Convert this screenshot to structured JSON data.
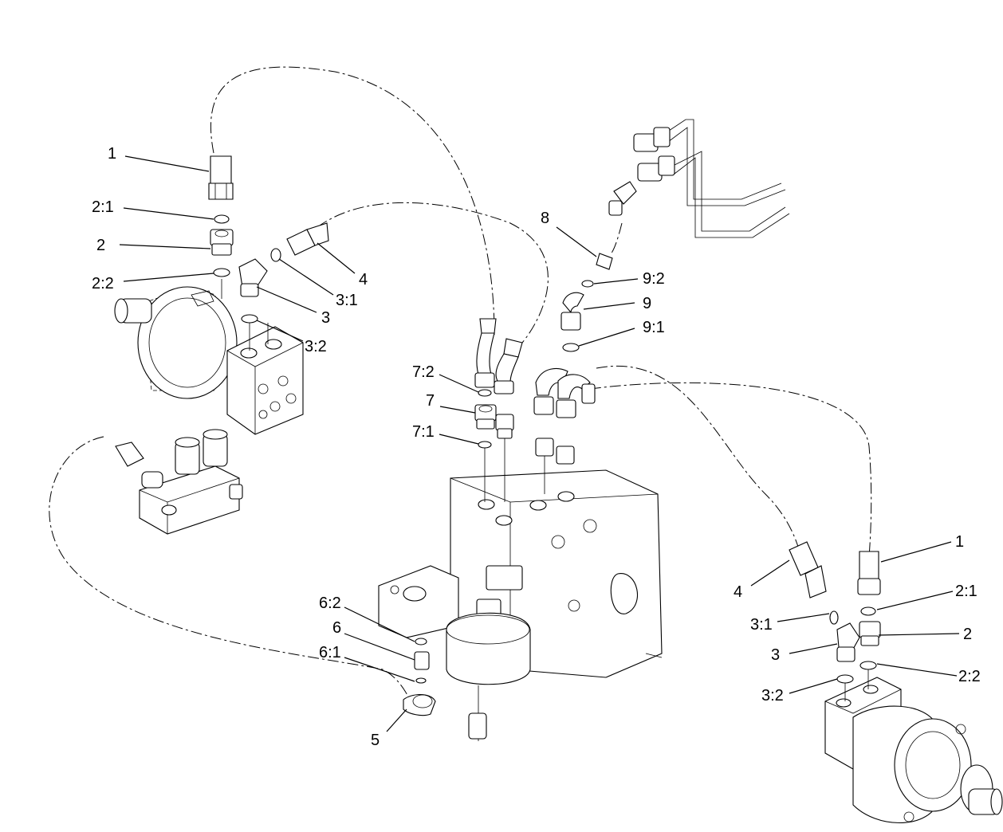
{
  "diagram": {
    "callouts": {
      "tl_1": "1",
      "tl_2_1": "2:1",
      "tl_2": "2",
      "tl_2_2": "2:2",
      "tl_4": "4",
      "tl_3_1": "3:1",
      "tl_3": "3",
      "tl_3_2": "3:2",
      "c_8": "8",
      "c_9_2": "9:2",
      "c_9": "9",
      "c_9_1": "9:1",
      "c_7_2": "7:2",
      "c_7": "7",
      "c_7_1": "7:1",
      "c_6_2": "6:2",
      "c_6": "6",
      "c_6_1": "6:1",
      "c_5": "5",
      "br_1": "1",
      "br_2_1": "2:1",
      "br_2": "2",
      "br_2_2": "2:2",
      "br_4": "4",
      "br_3_1": "3:1",
      "br_3": "3",
      "br_3_2": "3:2"
    }
  }
}
